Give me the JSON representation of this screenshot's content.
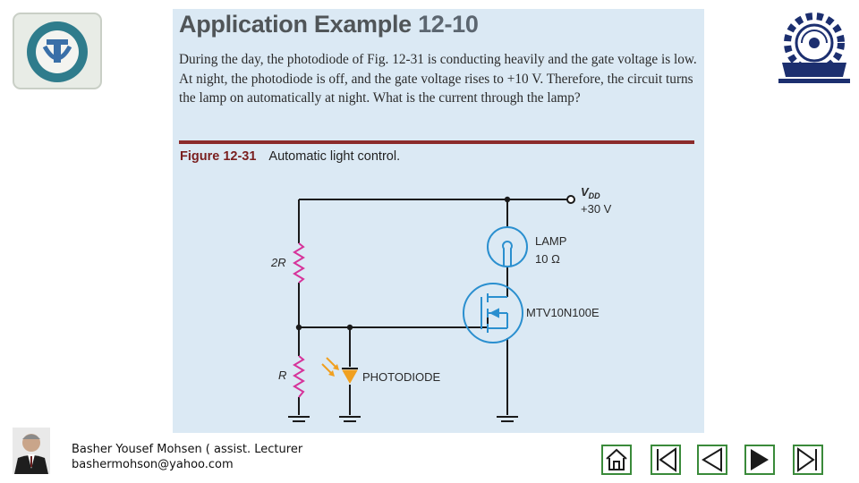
{
  "header": {
    "left_logo": "university-logo",
    "right_logo": "college-logo"
  },
  "slide": {
    "title_prefix": "Application Example",
    "title_number": "12-10",
    "problem_text": "During the day, the photodiode of Fig. 12-31 is conducting heavily and the gate voltage is low. At night, the photodiode is off, and the gate voltage rises to +10 V. Therefore, the circuit turns the lamp on automatically at night. What is the current through the lamp?",
    "figure_number": "Figure 12-31",
    "figure_caption": "Automatic light control."
  },
  "circuit": {
    "supply_label": "V",
    "supply_subscript": "DD",
    "supply_value": "+30 V",
    "resistor_top": "2R",
    "resistor_bottom": "R",
    "lamp_label": "LAMP",
    "lamp_value": "10 Ω",
    "mosfet_label": "MTV10N100E",
    "photodiode_label": "PHOTODIODE",
    "colors": {
      "wire": "#1a1a1a",
      "component": "#2a8fcf",
      "resistor": "#d6339a",
      "diode": "#f0a020"
    }
  },
  "footer": {
    "author": "Basher Yousef Mohsen ( assist. Lecturer",
    "email": "bashermohson@yahoo.com"
  },
  "nav": {
    "icons": [
      "home-icon",
      "first-slide-icon",
      "previous-icon",
      "next-icon",
      "last-slide-icon"
    ],
    "color": "#3a8a3a"
  }
}
